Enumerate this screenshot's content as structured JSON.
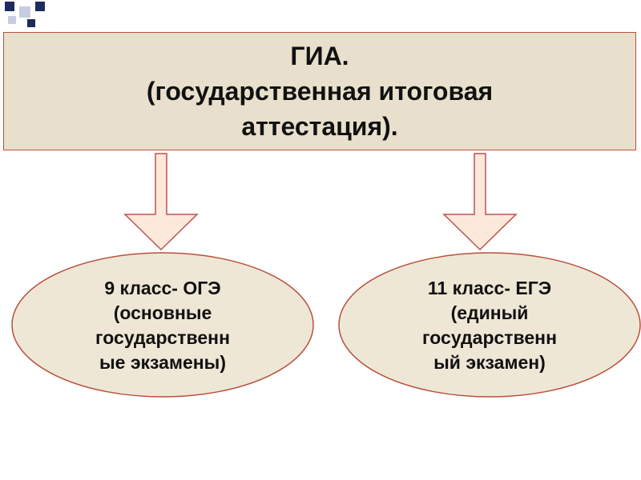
{
  "slide": {
    "title_lines": [
      "ГИА.",
      "(государственная итоговая",
      "аттестация)."
    ],
    "left_node": {
      "lines": [
        "9 класс- ОГЭ",
        "(основные",
        "государственн",
        "ые экзамены)"
      ]
    },
    "right_node": {
      "lines": [
        "11 класс- ЕГЭ",
        "(единый",
        "государственн",
        "ый экзамен)"
      ]
    }
  },
  "colors": {
    "box_fill": "#e8e0cc",
    "box_border": "#b9503a",
    "arrow_fill": "#fde9d9",
    "arrow_stroke": "#c0504d",
    "ellipse_fill": "#eee7d6",
    "ellipse_stroke": "#b9503a",
    "deco_dark": "#1f2a5e",
    "deco_light": "#c8cce0"
  }
}
